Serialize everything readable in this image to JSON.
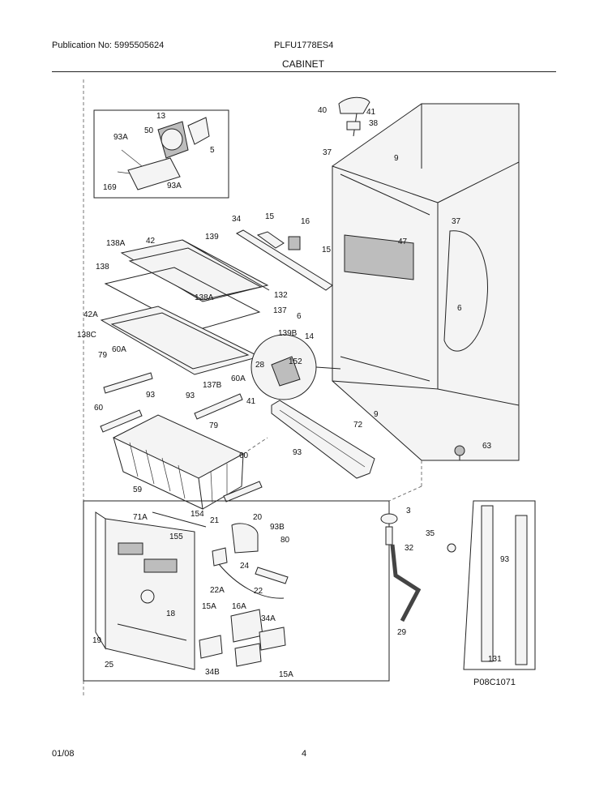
{
  "header": {
    "publication": "Publication No: 5995505624",
    "model": "PLFU1778ES4",
    "section": "CABINET"
  },
  "footer": {
    "date": "01/08",
    "page": "4"
  },
  "diagram_code": "P08C1071",
  "callouts": [
    "40",
    "41",
    "38",
    "37",
    "9",
    "37",
    "13",
    "50",
    "93A",
    "5",
    "93A",
    "169",
    "34",
    "15",
    "16",
    "15",
    "47",
    "139",
    "138A",
    "42",
    "138",
    "138A",
    "132",
    "137",
    "6",
    "6",
    "42A",
    "138C",
    "139B",
    "14",
    "152",
    "28",
    "79",
    "60A",
    "93",
    "93",
    "137B",
    "60A",
    "41",
    "60",
    "79",
    "72",
    "9",
    "63",
    "93",
    "60",
    "59",
    "71A",
    "154",
    "21",
    "20",
    "155",
    "93B",
    "80",
    "24",
    "22A",
    "22",
    "18",
    "15A",
    "16A",
    "34A",
    "19",
    "25",
    "34B",
    "15A",
    "3",
    "35",
    "32",
    "93",
    "29",
    "131"
  ]
}
